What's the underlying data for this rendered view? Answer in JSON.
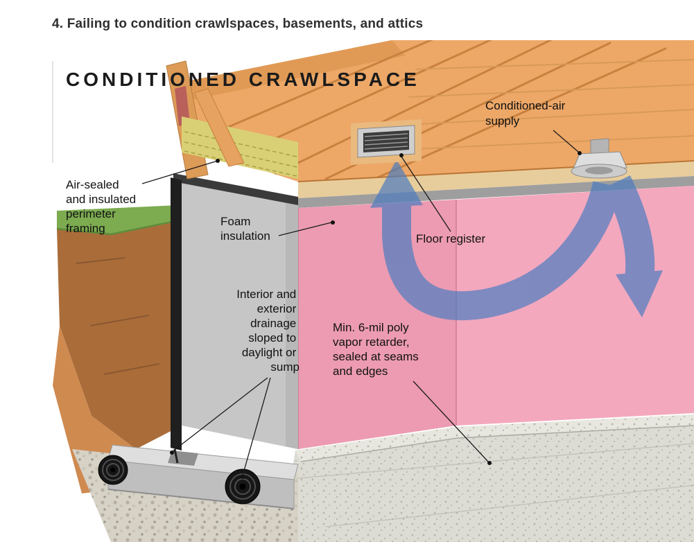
{
  "page": {
    "heading": "4. Failing to condition crawlspaces, basements, and attics"
  },
  "diagram": {
    "title": "CONDITIONED CRAWLSPACE",
    "labels": {
      "air_sealed": {
        "lines": [
          "Air-sealed",
          "and insulated",
          "perimeter",
          "framing"
        ]
      },
      "foam": {
        "lines": [
          "Foam",
          "insulation"
        ]
      },
      "drainage": {
        "lines": [
          "Interior and",
          "exterior",
          "drainage",
          "sloped to",
          "daylight or",
          "sump"
        ]
      },
      "supply": {
        "lines": [
          "Conditioned-air",
          "supply"
        ]
      },
      "register": {
        "lines": [
          "Floor register"
        ]
      },
      "vapor": {
        "lines": [
          "Min. 6-mil poly",
          "vapor retarder,",
          "sealed at seams",
          "and edges"
        ]
      }
    },
    "colors": {
      "foam_pink": "#f3a8be",
      "foam_pink_dark": "#ec9bb2",
      "wood": "#eda868",
      "wood_line": "#c9813f",
      "arrow_blue": "#4d7dc0",
      "grass_green": "#7cab50",
      "soil_brown": "#aa6d3a",
      "soil_cut": "#cf8a50",
      "concrete": "#c6c6c6",
      "floor_gray": "#dcdcd4",
      "batt_yellow": "#d9d075",
      "label_color": "#111111",
      "title_color": "#1b1b1b"
    }
  }
}
